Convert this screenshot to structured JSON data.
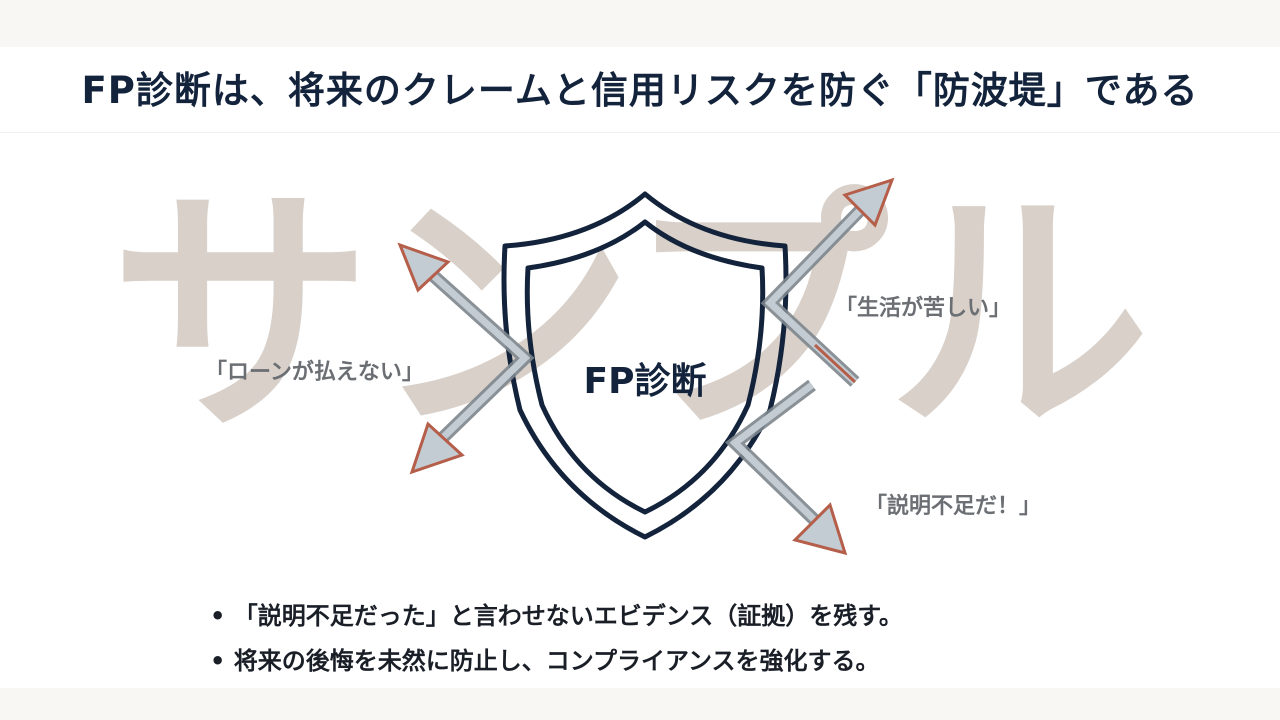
{
  "title": "FP診断は、将来のクレームと信用リスクを防ぐ「防波堤」である",
  "watermark": "サンプル",
  "diagram": {
    "center_label": "FP診断",
    "quotes": [
      "「ローンが払えない」",
      "「生活が苦しい」",
      "「説明不足だ！」"
    ]
  },
  "bullets": [
    "• 「説明不足だった」と言わせないエビデンス（証拠）を残す。",
    "• 将来の後悔を未然に防止し、コンプライアンスを強化する。"
  ],
  "colors": {
    "navy": "#13233b",
    "arrow_fill": "#c3ccd3",
    "arrow_outline": "#b55e4a",
    "watermark": "#c8bcb2"
  }
}
